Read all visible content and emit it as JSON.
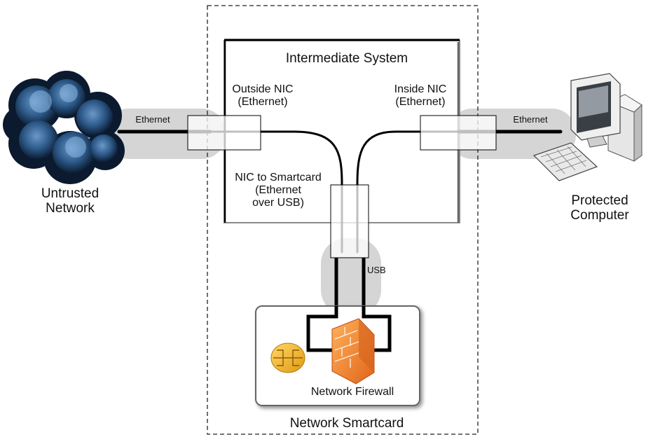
{
  "labels": {
    "intermediate_system": "Intermediate System",
    "outside_nic_l1": "Outside NIC",
    "outside_nic_l2": "(Ethernet)",
    "inside_nic_l1": "Inside NIC",
    "inside_nic_l2": "(Ethernet)",
    "ethernet_left": "Ethernet",
    "ethernet_right": "Ethernet",
    "nic_smartcard_l1": "NIC to Smartcard",
    "nic_smartcard_l2": "(Ethernet",
    "nic_smartcard_l3": "over USB)",
    "usb": "USB",
    "untrusted_l1": "Untrusted",
    "untrusted_l2": "Network",
    "protected_l1": "Protected",
    "protected_l2": "Computer",
    "firewall": "Network Firewall",
    "smartcard": "Network Smartcard"
  },
  "icons": {
    "cloud": "cloud-icon",
    "computer": "desktop-computer-icon",
    "firewall": "firewall-icon",
    "chip": "smartcard-chip-icon"
  },
  "colors": {
    "cloud_dark": "#0b1a2e",
    "cloud_light": "#5b8fc4",
    "firewall": "#f08a2a",
    "chip": "#f2b21b",
    "shadow": "#d5d5d5"
  }
}
